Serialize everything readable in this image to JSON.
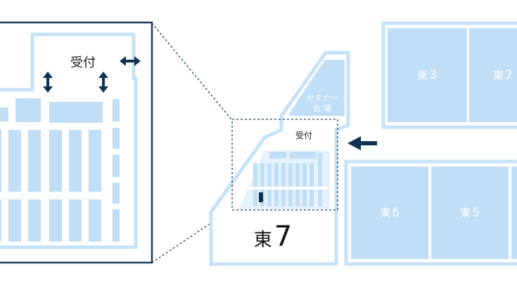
{
  "halls": {
    "east3": {
      "label": "東",
      "number": "3"
    },
    "east2": {
      "label": "東",
      "number": "2"
    },
    "east6": {
      "label": "東",
      "number": "6"
    },
    "east5": {
      "label": "東",
      "number": "5"
    },
    "east7": {
      "label": "東",
      "number": "7"
    }
  },
  "seminar": {
    "line1": "セミナー",
    "line2": "会 場"
  },
  "reception": {
    "label": "受付"
  },
  "zoom": {
    "reception_label": "受付"
  },
  "colors": {
    "hall_fill": "#c0dff6",
    "outline": "#c5e2f7",
    "accent_dark": "#0f3152",
    "frame": "#1c3d5a"
  },
  "icons": {
    "entrance": "arrow-left-icon",
    "width": "double-arrow-horizontal-icon",
    "height": "double-arrow-vertical-icon"
  }
}
